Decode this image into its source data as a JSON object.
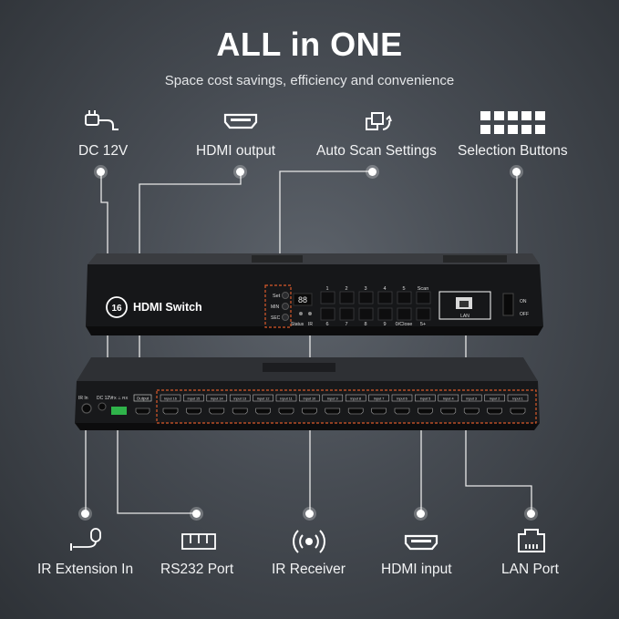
{
  "heading": {
    "title": "ALL in ONE",
    "subtitle": "Space cost savings, efficiency and convenience"
  },
  "top_features": [
    {
      "label": "DC 12V",
      "icon": "power-adapter-icon"
    },
    {
      "label": "HDMI output",
      "icon": "hdmi-port-icon"
    },
    {
      "label": "Auto Scan Settings",
      "icon": "auto-scan-icon"
    },
    {
      "label": "Selection Buttons",
      "icon": "button-grid-icon"
    }
  ],
  "bottom_features": [
    {
      "label": "IR Extension In",
      "icon": "ir-extension-icon"
    },
    {
      "label": "RS232 Port",
      "icon": "rs232-port-icon"
    },
    {
      "label": "IR Receiver",
      "icon": "ir-receiver-icon"
    },
    {
      "label": "HDMI input",
      "icon": "hdmi-port-icon"
    },
    {
      "label": "LAN Port",
      "icon": "lan-port-icon"
    }
  ],
  "front_panel": {
    "brand": "16",
    "product_name": "HDMI Switch",
    "set_label": "Set",
    "min_label": "MIN",
    "sec_label": "SEC",
    "display_value": "88",
    "status_label": "Status",
    "ir_label": "IR",
    "buttons_row1": [
      "1",
      "2",
      "3",
      "4",
      "5",
      "Scan"
    ],
    "buttons_row2": [
      "6",
      "7",
      "8",
      "9",
      "0/Close",
      "5+"
    ],
    "lan_label": "LAN",
    "on_label": "ON",
    "off_label": "OFF"
  },
  "rear_panel": {
    "ir_in_label": "IR In",
    "dc_label": "DC 12V",
    "rs232_label": "TX ⊥ RX",
    "output_label": "Output",
    "inputs": [
      "Input 16",
      "Input 15",
      "Input 14",
      "Input 13",
      "Input 12",
      "Input 11",
      "Input 10",
      "Input 9",
      "Input 8",
      "Input 7",
      "Input 6",
      "Input 5",
      "Input 4",
      "Input 3",
      "Input 2",
      "Input 1"
    ]
  },
  "colors": {
    "accent": "#d95a2b",
    "device": "#1b1c1e",
    "rs232_terminal": "#2fb34a"
  }
}
